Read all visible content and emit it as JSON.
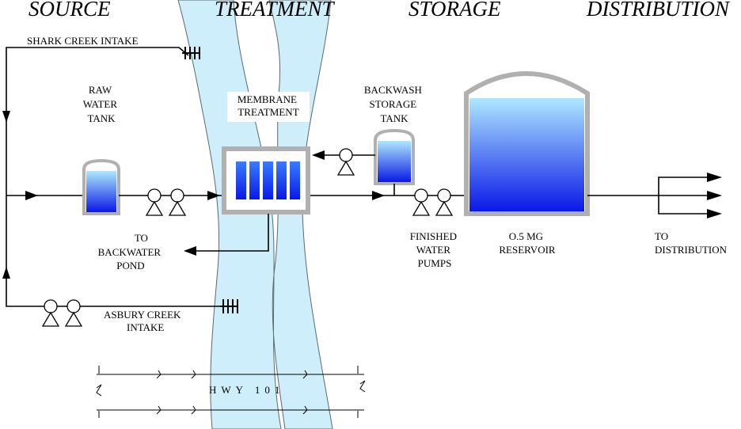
{
  "headers": {
    "source": "SOURCE",
    "treatment": "TREATMENT",
    "storage": "STORAGE",
    "distribution": "DISTRIBUTION"
  },
  "labels": {
    "shark_creek_intake": "SHARK CREEK INTAKE",
    "raw_water_tank": [
      "RAW",
      "WATER",
      "TANK"
    ],
    "membrane_treatment": [
      "MEMBRANE",
      "TREATMENT"
    ],
    "backwash_storage_tank": [
      "BACKWASH",
      "STORAGE",
      "TANK"
    ],
    "to_backwater_pond": [
      "TO",
      "BACKWATER",
      "POND"
    ],
    "finished_water_pumps": [
      "FINISHED",
      "WATER",
      "PUMPS"
    ],
    "reservoir": [
      "O.5 MG",
      "RESERVOIR"
    ],
    "to_distribution": [
      "TO",
      "DISTRIBUTION"
    ],
    "asbury_creek_intake": [
      "ASBURY CREEK",
      "INTAKE"
    ],
    "highway": "HWY 101"
  },
  "colors": {
    "river": "#cdeefa",
    "water_top": "#aee8ff",
    "water_bottom": "#0a18e8",
    "tank_frame": "#b0b0b0"
  }
}
